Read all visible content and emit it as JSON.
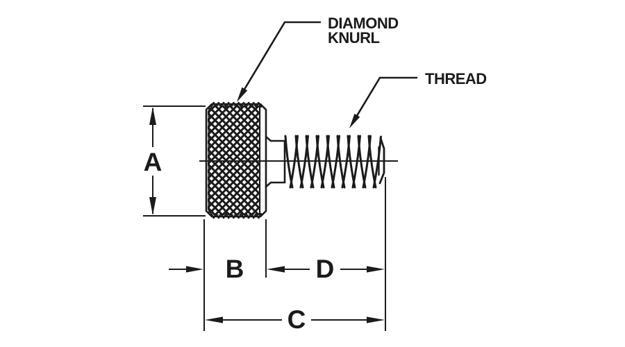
{
  "colors": {
    "ink": "#1b1b1b",
    "background": "#ffffff"
  },
  "callouts": {
    "diamond_knurl": {
      "line1": "DIAMOND",
      "line2": "KNURL"
    },
    "thread": {
      "label": "THREAD"
    }
  },
  "dimensions": {
    "a": {
      "label": "A"
    },
    "b": {
      "label": "B"
    },
    "c": {
      "label": "C"
    },
    "d": {
      "label": "D"
    }
  }
}
